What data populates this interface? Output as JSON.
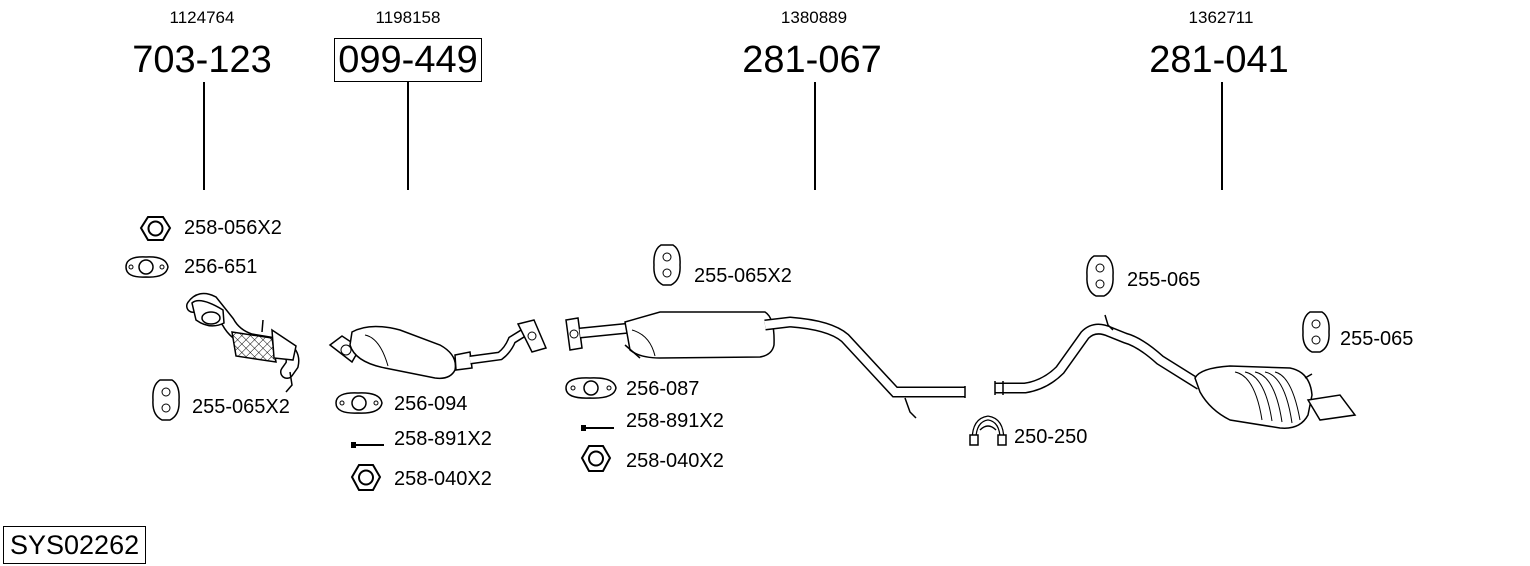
{
  "columns": [
    {
      "oe_number": "1124764",
      "part_number": "703-123",
      "boxed": false
    },
    {
      "oe_number": "1198158",
      "part_number": "099-449",
      "boxed": true
    },
    {
      "oe_number": "1380889",
      "part_number": "281-067",
      "boxed": false
    },
    {
      "oe_number": "1362711",
      "part_number": "281-041",
      "boxed": false
    }
  ],
  "labels": {
    "nut_1": "258-056X2",
    "gasket_1": "256-651",
    "hanger_1": "255-065X2",
    "gasket_2": "256-094",
    "bolt_2": "258-891X2",
    "nut_2": "258-040X2",
    "hanger_3": "255-065X2",
    "gasket_3": "256-087",
    "bolt_3": "258-891X2",
    "nut_3": "258-040X2",
    "hanger_4a": "255-065",
    "hanger_4b": "255-065",
    "clamp_4": "250-250"
  },
  "system_code": "SYS02262"
}
